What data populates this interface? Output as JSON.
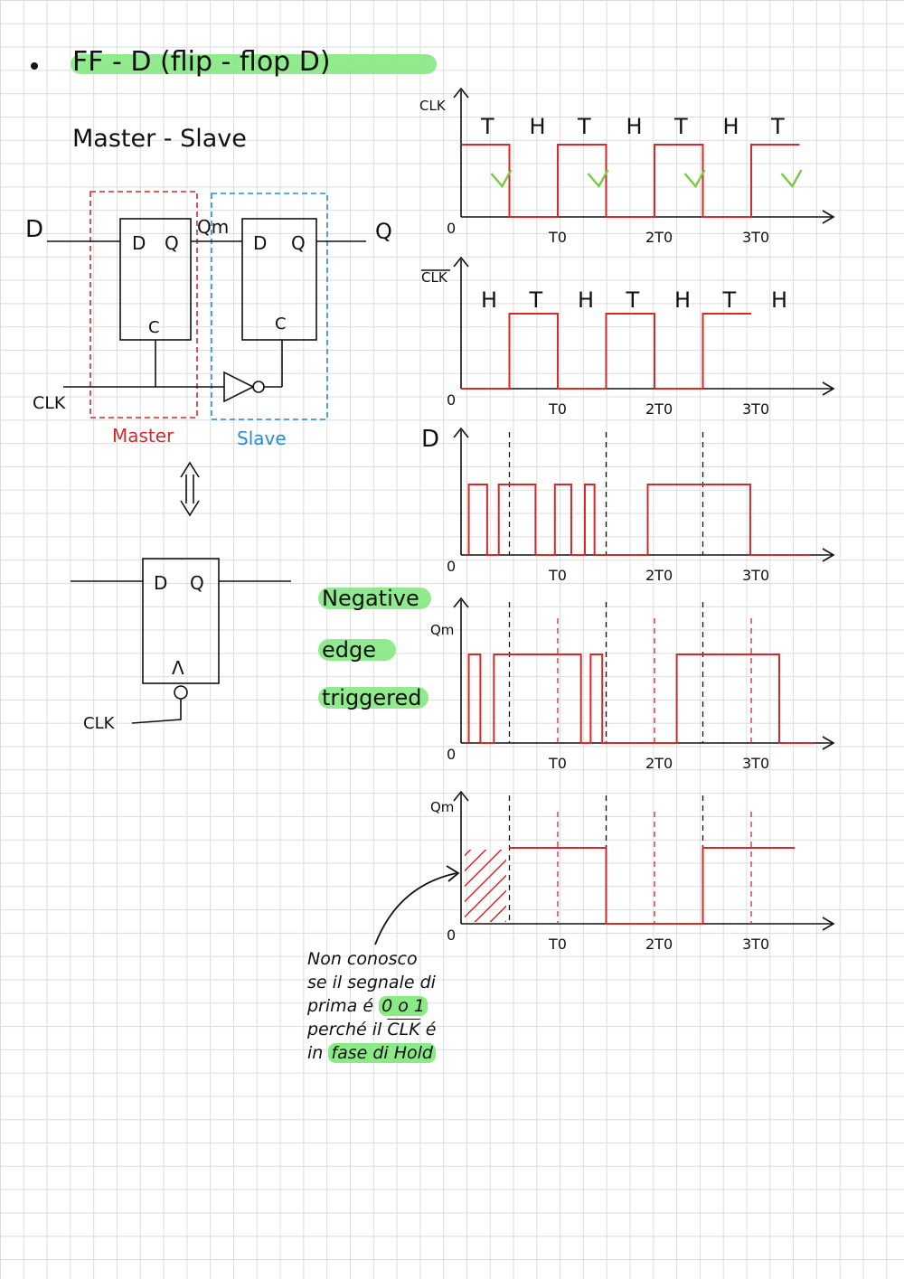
{
  "title": {
    "bullet": "•",
    "text": "FF - D    (flip - flop D)"
  },
  "subtitle": "Master - Slave",
  "circuit": {
    "input_d": "D",
    "output_q": "Q",
    "intermediate": "Qm",
    "clock": "CLK",
    "master_label": "Master",
    "slave_label": "Slave",
    "master_color": "#d42a2a",
    "slave_color": "#2a8ad8",
    "box_pins": {
      "d": "D",
      "q": "Q",
      "c": "C"
    },
    "equivalence_arrow": "⇕",
    "equivalent_block": {
      "d": "D",
      "q": "Q",
      "clk_pin": "Λ",
      "clk": "CLK"
    }
  },
  "annotation": {
    "line1": "Negative",
    "line2": "edge",
    "line3": "triggered",
    "highlight_color": "#7ee87a"
  },
  "timing": {
    "signal_color": "#d42a2a",
    "edge_mark_color": "#7ac943",
    "origin": "0",
    "ticks": [
      "T0",
      "2T0",
      "3T0"
    ],
    "clk": {
      "label": "CLK",
      "phases": [
        "T",
        "H",
        "T",
        "H",
        "T",
        "H",
        "T"
      ]
    },
    "clk_bar": {
      "label": "CLK",
      "phases": [
        "H",
        "T",
        "H",
        "T",
        "H",
        "T",
        "H"
      ]
    },
    "d": {
      "label": "D"
    },
    "qm": {
      "label": "Qm"
    },
    "q": {
      "label": "Qm"
    }
  },
  "chart_data": [
    {
      "type": "line",
      "title": "CLK",
      "x": [
        0,
        0.5,
        0.5,
        1,
        1,
        1.5,
        1.5,
        2,
        2,
        2.5,
        2.5,
        3,
        3,
        3.5
      ],
      "values": [
        1,
        1,
        0,
        0,
        1,
        1,
        0,
        0,
        1,
        1,
        0,
        0,
        1,
        1
      ]
    },
    {
      "type": "line",
      "title": "CLK (negated)",
      "x": [
        0,
        0.5,
        0.5,
        1,
        1,
        1.5,
        1.5,
        2,
        2,
        2.5,
        2.5,
        3
      ],
      "values": [
        0,
        0,
        1,
        1,
        0,
        0,
        1,
        1,
        0,
        0,
        1,
        1
      ]
    },
    {
      "type": "line",
      "title": "D",
      "x": [
        0.08,
        0.08,
        0.27,
        0.27,
        0.39,
        0.39,
        0.77,
        0.77,
        0.97,
        0.97,
        1.14,
        1.14,
        1.28,
        1.28,
        1.38,
        1.38,
        1.93,
        1.93,
        2.99,
        2.99,
        3.62
      ],
      "values": [
        0,
        1,
        1,
        0,
        0,
        1,
        1,
        0,
        0,
        1,
        1,
        0,
        0,
        1,
        1,
        0,
        0,
        1,
        1,
        0,
        0
      ]
    },
    {
      "type": "line",
      "title": "Qm",
      "x": [
        0.08,
        0.08,
        0.2,
        0.2,
        0.34,
        0.34,
        1.24,
        1.24,
        1.34,
        1.34,
        1.46,
        1.46,
        2.23,
        2.23,
        3.29,
        3.29,
        3.65
      ],
      "values": [
        0,
        1,
        1,
        0,
        0,
        1,
        1,
        0,
        0,
        1,
        1,
        0,
        0,
        1,
        1,
        0,
        0
      ]
    },
    {
      "type": "line",
      "title": "Qm (output)",
      "x": [
        0.5,
        1.5,
        1.5,
        2.5,
        2.5,
        3.45
      ],
      "values": [
        1,
        1,
        0,
        0,
        1,
        1
      ]
    }
  ]
}
